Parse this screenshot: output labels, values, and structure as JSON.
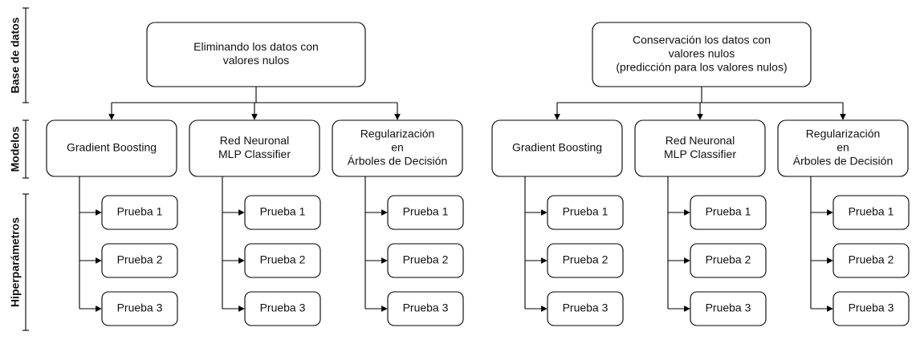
{
  "axis_labels": {
    "dataset": "Base de datos",
    "models": "Modelos",
    "hyperparameters": "Hiperparámetros"
  },
  "groups": [
    {
      "root": [
        "Eliminando los datos con",
        "valores nulos"
      ],
      "models": [
        {
          "lines": [
            "Gradient Boosting"
          ],
          "tests": [
            "Prueba 1",
            "Prueba 2",
            "Prueba 3"
          ]
        },
        {
          "lines": [
            "Red Neuronal",
            "MLP Classifier"
          ],
          "tests": [
            "Prueba 1",
            "Prueba 2",
            "Prueba 3"
          ]
        },
        {
          "lines": [
            "Regularización",
            "en",
            "Árboles de Decisión"
          ],
          "tests": [
            "Prueba 1",
            "Prueba 2",
            "Prueba 3"
          ]
        }
      ]
    },
    {
      "root": [
        "Conservación los datos con",
        "valores nulos",
        "(predicción para los valores nulos)"
      ],
      "models": [
        {
          "lines": [
            "Gradient Boosting"
          ],
          "tests": [
            "Prueba 1",
            "Prueba 2",
            "Prueba 3"
          ]
        },
        {
          "lines": [
            "Red Neuronal",
            "MLP Classifier"
          ],
          "tests": [
            "Prueba 1",
            "Prueba 2",
            "Prueba 3"
          ]
        },
        {
          "lines": [
            "Regularización",
            "en",
            "Árboles de Decisión"
          ],
          "tests": [
            "Prueba 1",
            "Prueba 2",
            "Prueba 3"
          ]
        }
      ]
    }
  ]
}
